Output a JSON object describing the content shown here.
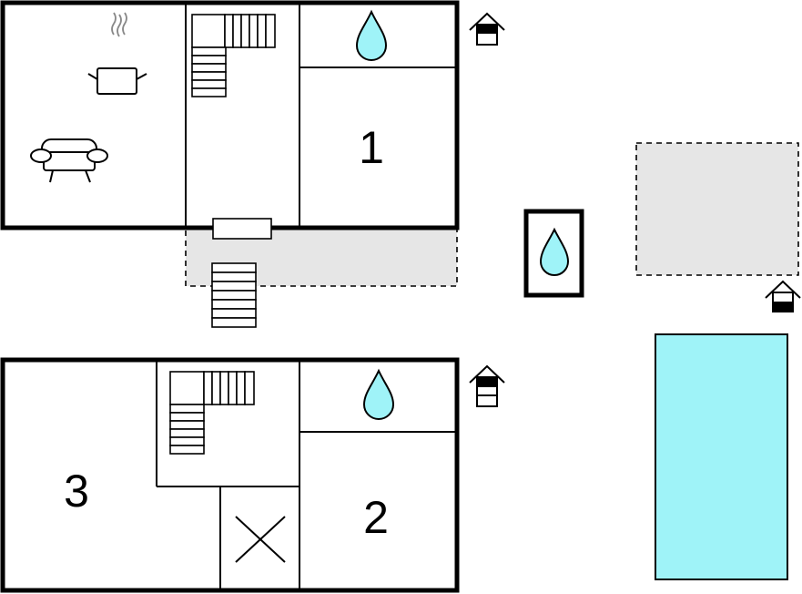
{
  "colors": {
    "water": "#9ff3f8",
    "pool": "#9ff3f8",
    "terrace": "#e6e6e6",
    "wall": "#000000",
    "background": "#ffffff"
  },
  "rooms": {
    "bedroom_1": "1",
    "bedroom_2": "2",
    "bedroom_3": "3"
  },
  "icons": [
    "kitchen-pot-icon",
    "sofa-icon",
    "water-drop-icon",
    "house-entrance-icon",
    "staircase-icon",
    "pool"
  ]
}
